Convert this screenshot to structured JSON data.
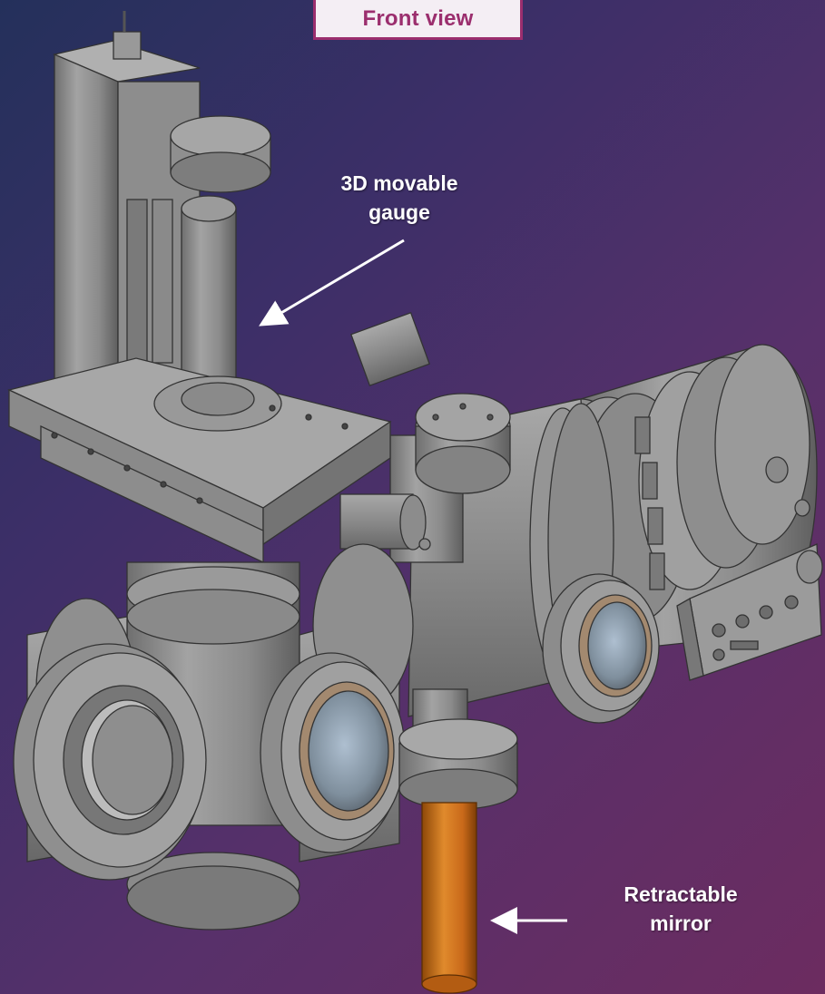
{
  "title": "Front view",
  "labels": {
    "gauge": [
      "3D movable",
      "gauge"
    ],
    "mirror": [
      "Retractable",
      "mirror"
    ]
  },
  "colors": {
    "background_start": "#24305b",
    "background_end": "#6c2c60",
    "title_accent": "#9b2e6e",
    "title_fill": "#f4eef4",
    "metal": "#858585",
    "copper_rod": "#d0731c",
    "label_text": "#ffffff"
  }
}
